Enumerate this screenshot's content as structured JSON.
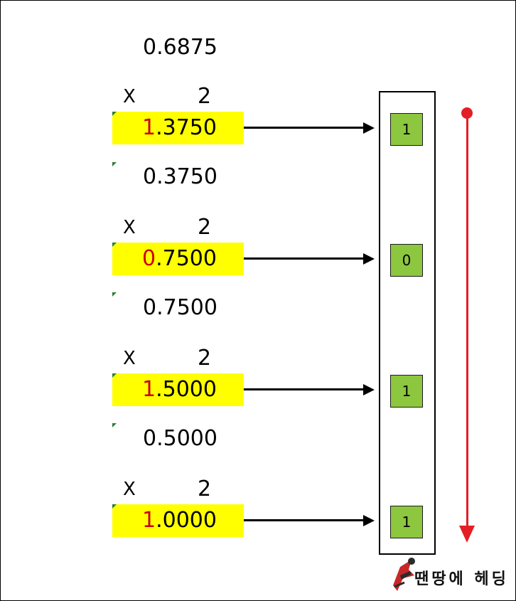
{
  "steps": [
    {
      "fraction": "0.6875",
      "times": "X",
      "factor": "2",
      "int_digit": "1",
      "frac_part": ".3750",
      "bit": "1"
    },
    {
      "fraction": "0.3750",
      "times": "X",
      "factor": "2",
      "int_digit": "0",
      "frac_part": ".7500",
      "bit": "0"
    },
    {
      "fraction": "0.7500",
      "times": "X",
      "factor": "2",
      "int_digit": "1",
      "frac_part": ".5000",
      "bit": "1"
    },
    {
      "fraction": "0.5000",
      "times": "X",
      "factor": "2",
      "int_digit": "1",
      "frac_part": ".0000",
      "bit": "1"
    }
  ],
  "watermark": {
    "text": "땐땅에 헤딩"
  },
  "colors": {
    "highlight": "#ffff00",
    "integer_digit": "#cc0000",
    "bit_cell": "#8dc63f",
    "read_direction": "#e31e24"
  },
  "icons": {
    "connector": "arrow-right-icon",
    "read_order": "arrow-down-icon",
    "logo": "superhero-icon"
  }
}
